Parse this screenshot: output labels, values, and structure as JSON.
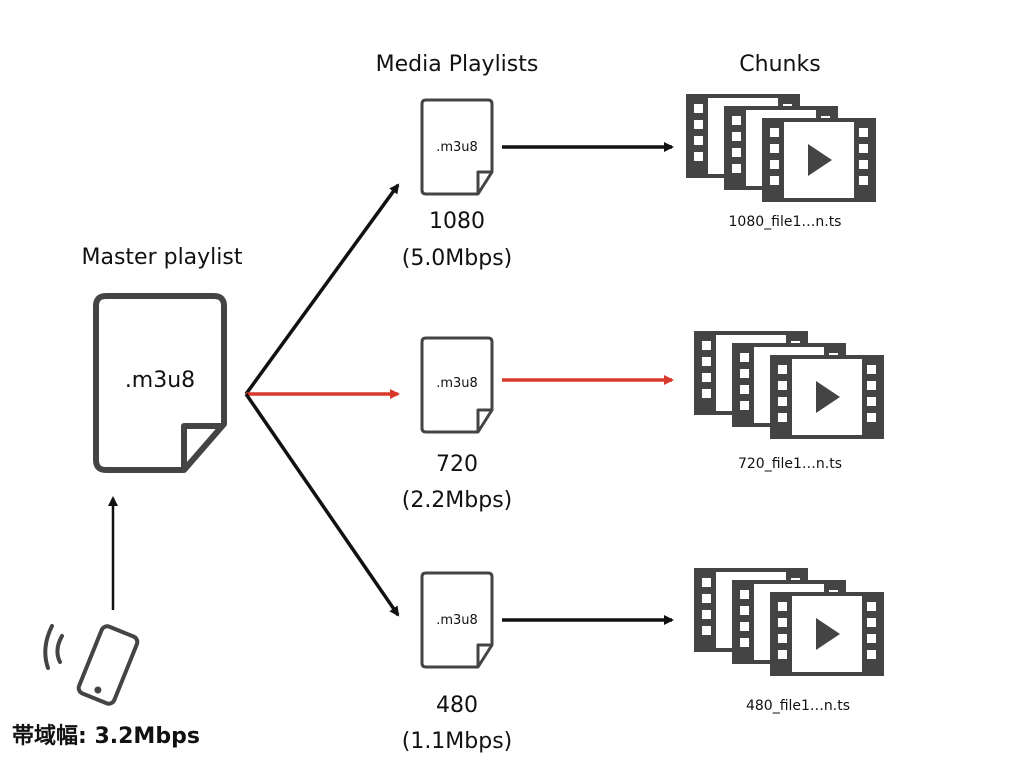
{
  "headers": {
    "media_playlists": "Media Playlists",
    "chunks": "Chunks",
    "master_playlist": "Master playlist"
  },
  "master": {
    "file_ext": ".m3u8"
  },
  "bandwidth": "帯域幅: 3.2Mbps",
  "variants": [
    {
      "file_ext": ".m3u8",
      "resolution": "1080",
      "bitrate": "(5.0Mbps)",
      "chunk_files": "1080_file1…n.ts",
      "selected": false
    },
    {
      "file_ext": ".m3u8",
      "resolution": "720",
      "bitrate": "(2.2Mbps)",
      "chunk_files": "720_file1…n.ts",
      "selected": true
    },
    {
      "file_ext": ".m3u8",
      "resolution": "480",
      "bitrate": "(1.1Mbps)",
      "chunk_files": "480_file1…n.ts",
      "selected": false
    }
  ],
  "colors": {
    "arrow_default": "#111111",
    "arrow_selected": "#d9392b",
    "icon_stroke": "#444444"
  },
  "icons": [
    "document-icon",
    "film-strip-icon",
    "smartphone-icon",
    "signal-waves-icon"
  ]
}
